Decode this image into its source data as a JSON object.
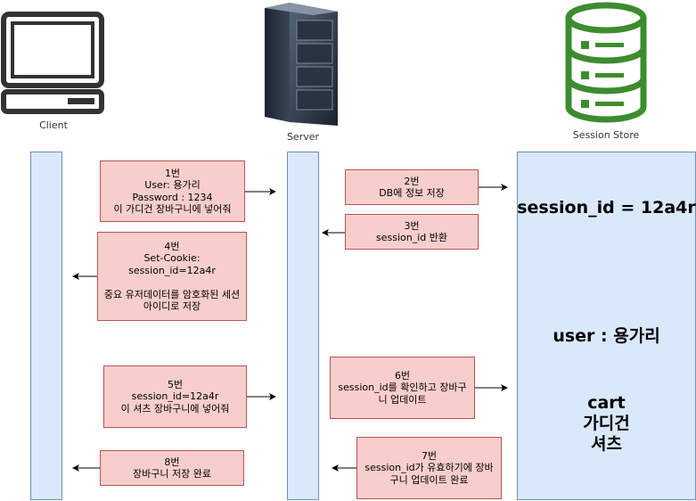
{
  "actors": {
    "client": {
      "label": "Client",
      "icon": "monitor-icon"
    },
    "server": {
      "label": "Server",
      "icon": "server-rack-icon"
    },
    "store": {
      "label": "Session Store",
      "icon": "database-icon",
      "color": "#3d8c2f"
    }
  },
  "messages": [
    {
      "id": "m1",
      "text": "1번\nUser: 용가리\nPassword : 1234\n이 가디건 장바구니에 넣어줘",
      "direction": "client-to-server"
    },
    {
      "id": "m2",
      "text": "2번\nDB에 정보 저장",
      "direction": "server-to-store"
    },
    {
      "id": "m3",
      "text": "3번\nsession_id 반환",
      "direction": "store-to-server"
    },
    {
      "id": "m4",
      "text": "4번\nSet-Cookie:\nsession_id=12a4r\n\n중요 유저데이터를 암호화된 세션\n아이디로 저장",
      "direction": "server-to-client"
    },
    {
      "id": "m5",
      "text": "5번\nsession_id=12a4r\n이 셔츠 장바구니에 넣어줘",
      "direction": "client-to-server"
    },
    {
      "id": "m6",
      "text": "6번\nsession_id를 확인하고 장바구\n니 업데이트",
      "direction": "server-to-store"
    },
    {
      "id": "m7",
      "text": "7번\nsession_id가 유효하기에 장바\n구니 업데이트 완료",
      "direction": "store-to-server"
    },
    {
      "id": "m8",
      "text": "8번\n장바구니 저장 완료",
      "direction": "server-to-client"
    }
  ],
  "store_contents": {
    "session": "session_id = 12a4r",
    "user": "user : 용가리",
    "cart": "cart\n가디건\n셔츠"
  },
  "colors": {
    "lane_fill": "#dae8fc",
    "lane_border": "#6c8ebf",
    "message_fill": "#f8cecc",
    "message_border": "#b85450"
  }
}
